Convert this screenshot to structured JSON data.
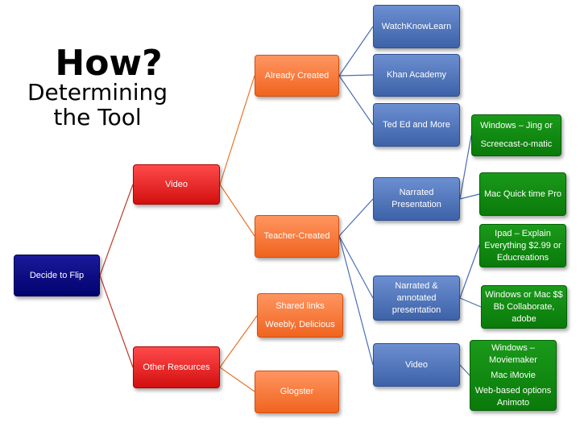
{
  "title": {
    "line1": "How?",
    "line2": "Determining",
    "line3": "the Tool"
  },
  "nodes": {
    "decide": "Decide to Flip",
    "video": "Video",
    "other_resources": "Other Resources",
    "already_created": "Already Created",
    "teacher_created": "Teacher-Created",
    "shared_links": {
      "line1": "Shared links",
      "line2": "Weebly, Delicious"
    },
    "glogster": "Glogster",
    "watchknowlearn": "WatchKnowLearn",
    "khan_academy": "Khan Academy",
    "ted_ed": "Ted Ed and More",
    "narrated_presentation": "Narrated Presentation",
    "narrated_annotated": "Narrated & annotated presentation",
    "video_tc": "Video",
    "windows_jing": {
      "line1": "Windows – Jing or",
      "line2": "Screecast-o-matic"
    },
    "mac_quicktime": "Mac Quick time Pro",
    "ipad_explain": "Ipad – Explain Everything $2.99 or Educreations",
    "windows_mac_bb": "Windows or Mac $$ Bb Collaborate, adobe",
    "tools": {
      "line1": "Windows –",
      "line2": "Moviemaker",
      "line3": "Mac iMovie",
      "line4": "Web-based options",
      "line5": "Animoto"
    }
  },
  "colors": {
    "navy": "#02026e",
    "red": "#e01a1a",
    "orange": "#f5732e",
    "blue": "#4a6eb5",
    "green": "#0e8a0e",
    "connector_red": "#c0392b",
    "connector_orange": "#e8742a",
    "connector_blue": "#4a6eb5"
  }
}
